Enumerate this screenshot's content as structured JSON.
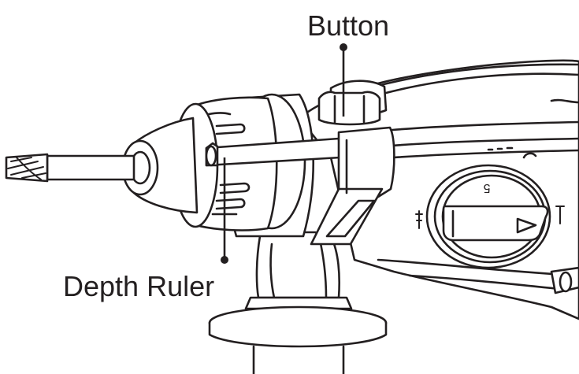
{
  "labels": {
    "button": "Button",
    "depth_ruler": "Depth Ruler"
  },
  "dial": {
    "mark": "5"
  },
  "colors": {
    "line": "#231f20",
    "background": "#ffffff"
  }
}
